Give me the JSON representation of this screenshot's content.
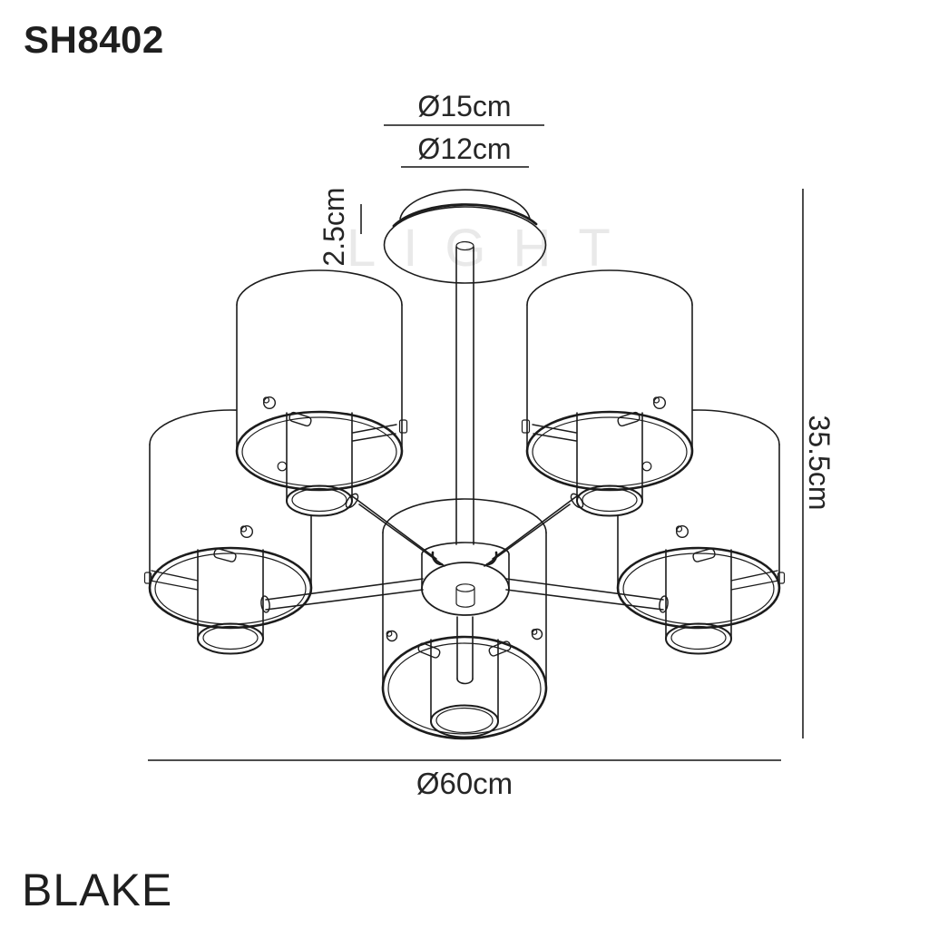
{
  "product": {
    "code": "SH8402",
    "name": "BLAKE"
  },
  "watermark": {
    "text": "LIGHT"
  },
  "dimensions": {
    "canopy_outer_diameter": "Ø15cm",
    "canopy_inner_diameter": "Ø12cm",
    "canopy_height": "2.5cm",
    "fixture_height": "35.5cm",
    "fixture_diameter": "Ø60cm"
  },
  "drawing": {
    "type": "technical-line-drawing",
    "subject": "5-light drum shade semi-flush ceiling light",
    "shade_count": 5
  },
  "colors": {
    "background": "#ffffff",
    "line": "#1c1c1c",
    "dimension_line": "#4d4d4d",
    "text": "#1f1f1f",
    "watermark": "#e9e9e9"
  }
}
